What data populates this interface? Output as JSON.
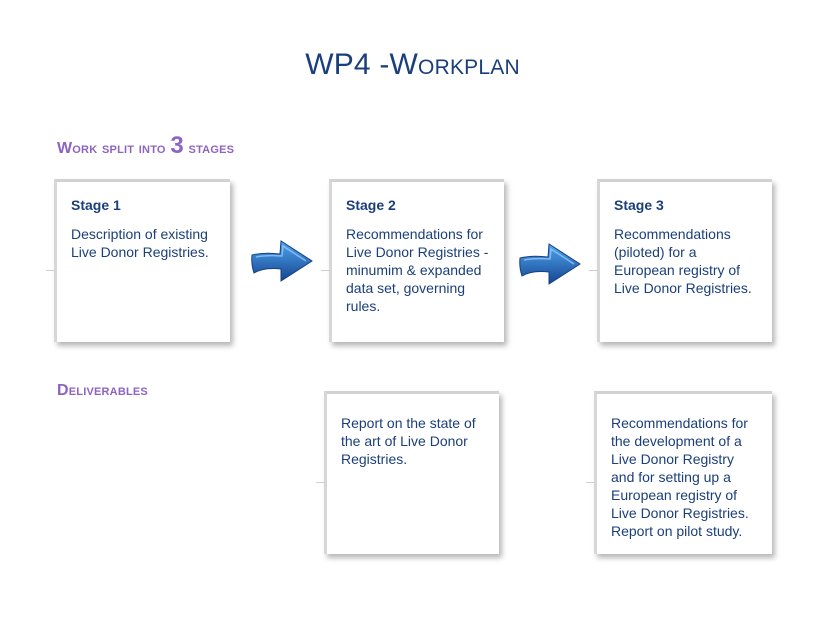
{
  "title": {
    "main": "WP4 -",
    "smallcaps": "Workplan"
  },
  "sections": {
    "work_split": {
      "prefix": "Work split into ",
      "number": "3",
      "suffix": " stages"
    },
    "deliverables": "Deliverables"
  },
  "stages": [
    {
      "label": "Stage 1",
      "description": "Description of existing Live Donor Registries."
    },
    {
      "label": "Stage 2",
      "description": "Recommendations for Live Donor Registries - minumim & expanded data set, governing rules."
    },
    {
      "label": "Stage 3",
      "description": "Recommendations (piloted) for a European registry of Live Donor Registries."
    }
  ],
  "deliverables": [
    {
      "text": "Report on the state of the art of Live Donor Registries."
    },
    {
      "text": "Recommendations for the development of a Live Donor Registry and for setting up a European registry of Live Donor Registries. Report on pilot study."
    }
  ],
  "colors": {
    "title": "#1b3f7a",
    "section": "#8e63c2",
    "arrow": "#1f63b8"
  },
  "icons": {
    "connector": "right-arrow-icon"
  }
}
